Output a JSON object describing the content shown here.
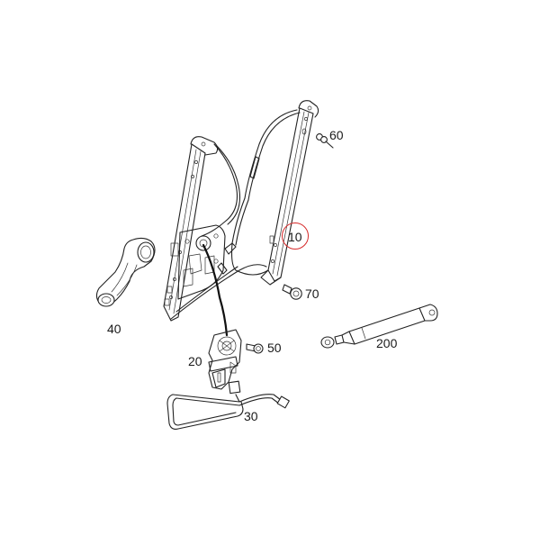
{
  "diagram": {
    "type": "exploded-parts-view",
    "subject": "window regulator assembly",
    "background": "#ffffff",
    "highlight_color": "#d62a2a",
    "highlighted_part": "10"
  },
  "parts": [
    {
      "id": "10",
      "label": "10",
      "name": "window regulator frame",
      "highlighted": true
    },
    {
      "id": "20",
      "label": "20",
      "name": "window motor"
    },
    {
      "id": "30",
      "label": "30",
      "name": "wiring harness"
    },
    {
      "id": "40",
      "label": "40",
      "name": "link arm"
    },
    {
      "id": "50",
      "label": "50",
      "name": "screw"
    },
    {
      "id": "60",
      "label": "60",
      "name": "clip"
    },
    {
      "id": "70",
      "label": "70",
      "name": "bolt"
    },
    {
      "id": "200",
      "label": "200",
      "name": "gas strut"
    }
  ],
  "labels": {
    "p10": "10",
    "p20": "20",
    "p30": "30",
    "p40": "40",
    "p50": "50",
    "p60": "60",
    "p70": "70",
    "p200": "200"
  }
}
